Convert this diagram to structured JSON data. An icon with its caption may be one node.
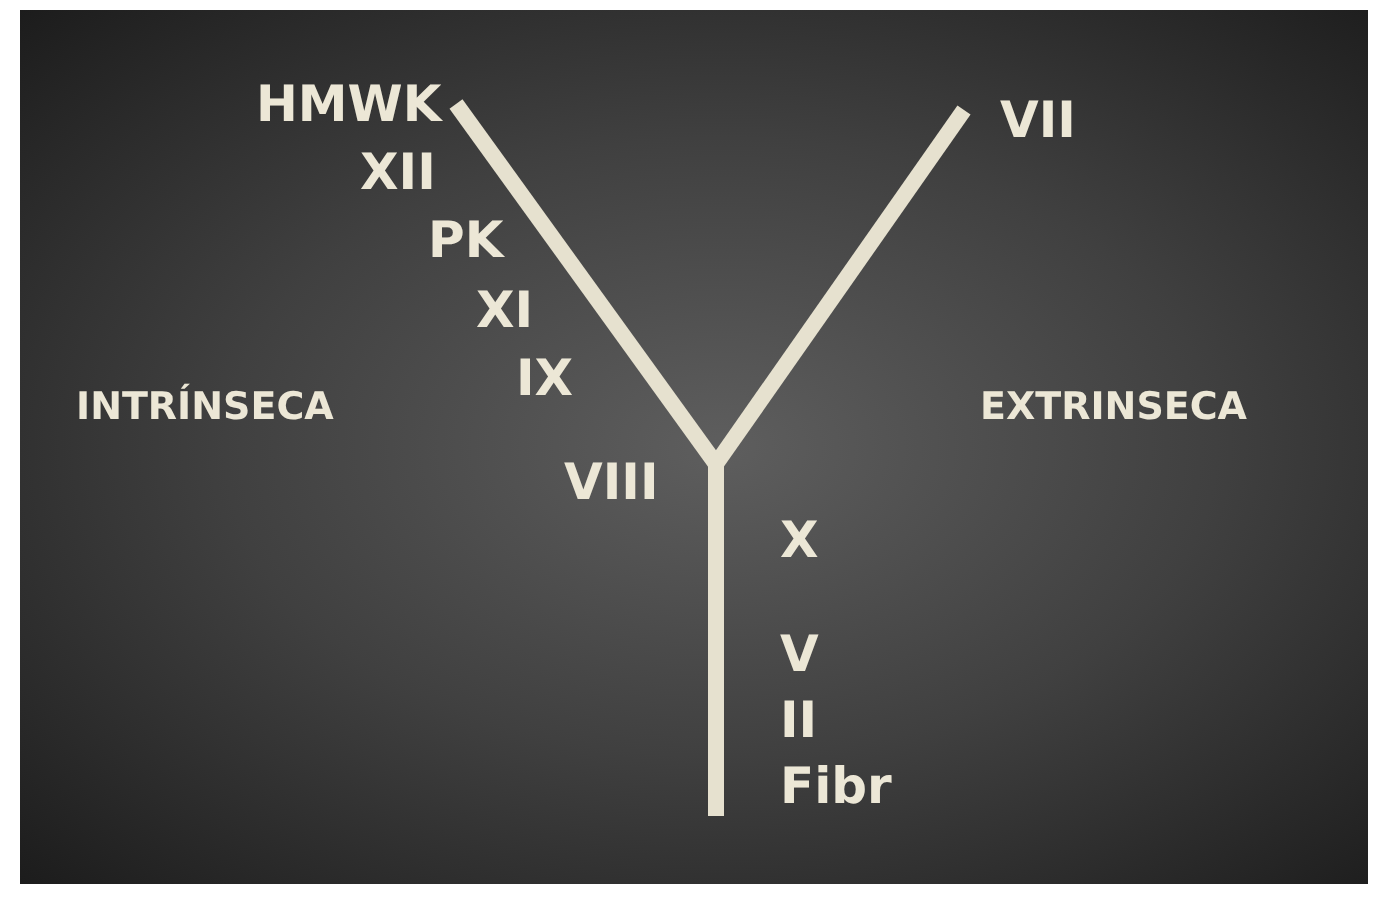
{
  "diagram": {
    "labels": [
      "HMWK",
      "VII",
      "XII",
      "PK",
      "XI",
      "IX",
      "INTRÍNSECA",
      "EXTRINSECA",
      "VIII",
      "X",
      "V",
      "II",
      "Fibr"
    ]
  }
}
